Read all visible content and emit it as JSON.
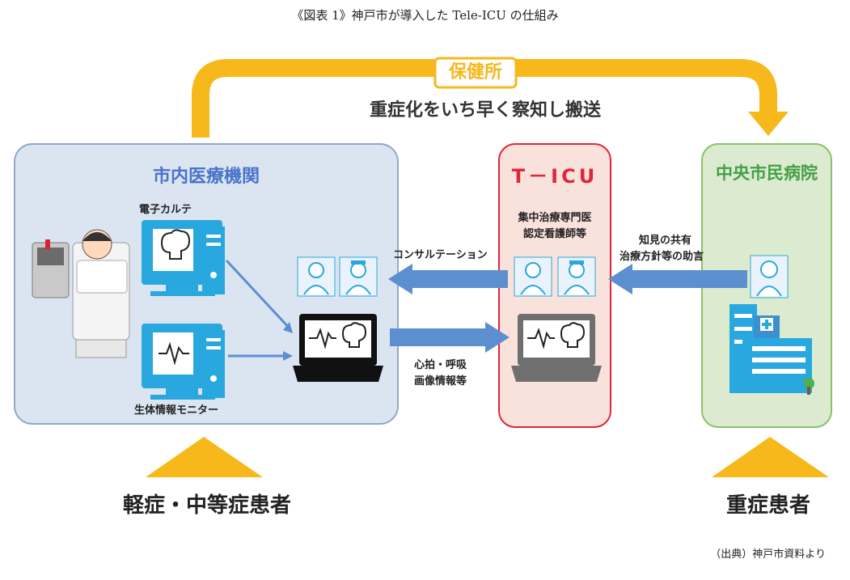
{
  "caption": "《図表 1》神戸市が導入した Tele-ICU の仕組み",
  "top_flow": {
    "badge": "保健所",
    "text": "重症化をいち早く察知し搬送"
  },
  "boxes": {
    "local": {
      "title": "市内医療機関",
      "ehr_label": "電子カルテ",
      "monitor_label": "生体情報モニター"
    },
    "ticu": {
      "title": "T－ICU",
      "staff_label_1": "集中治療専門医",
      "staff_label_2": "認定看護師等"
    },
    "central": {
      "title": "中央市民病院"
    }
  },
  "arrows": {
    "consultation": "コンサルテーション",
    "vitals_1": "心拍・呼吸",
    "vitals_2": "画像情報等",
    "knowledge_1": "知見の共有",
    "knowledge_2": "治療方針等の助言"
  },
  "patients": {
    "mild": "軽症・中等症患者",
    "severe": "重症患者"
  },
  "source": "（出典）神戸市資料より",
  "colors": {
    "orange": "#f6b81a",
    "blue_box": "#dbe5f2",
    "blue_border": "#8fa8cc",
    "blue_title": "#4a74c9",
    "pink_box": "#f9e1dc",
    "red_title": "#e0263a",
    "green_box": "#dcebcf",
    "green_border": "#8cc06a",
    "green_title": "#43a047",
    "arrow_blue": "#5b8fd0",
    "icon_cyan": "#29a8df"
  },
  "icons": [
    "brain-icon",
    "heartbeat-icon",
    "doctor-icon",
    "nurse-icon",
    "patient-bed-icon",
    "hospital-building-icon",
    "laptop-icon",
    "desktop-pc-icon"
  ]
}
